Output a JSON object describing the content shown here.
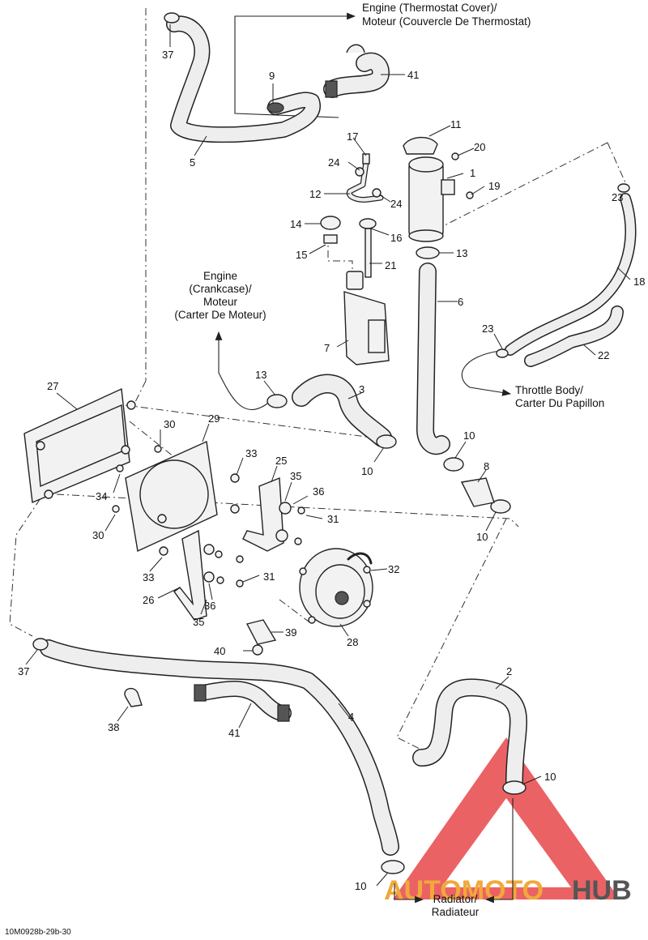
{
  "captions": {
    "thermostat": [
      "Engine (Thermostat Cover)/",
      "Moteur (Couvercle De Thermostat)"
    ],
    "crankcase": [
      "Engine",
      "(Crankcase)/",
      "Moteur",
      "(Carter De Moteur)"
    ],
    "throttle": [
      "Throttle Body/",
      "Carter Du Papillon"
    ],
    "radiator": [
      "Radiator/",
      "Radiateur"
    ]
  },
  "labels": [
    "37",
    "9",
    "41",
    "5",
    "17",
    "11",
    "20",
    "24",
    "1",
    "19",
    "12",
    "24",
    "14",
    "16",
    "15",
    "13",
    "21",
    "6",
    "7",
    "23",
    "18",
    "23",
    "22",
    "13",
    "3",
    "27",
    "30",
    "29",
    "33",
    "25",
    "35",
    "36",
    "34",
    "31",
    "30",
    "10",
    "8",
    "10",
    "10",
    "33",
    "31",
    "32",
    "26",
    "36",
    "35",
    "39",
    "28",
    "40",
    "37",
    "38",
    "41",
    "4",
    "2",
    "10",
    "10"
  ],
  "code": "10M0928b-29b-30",
  "watermark": {
    "part1": "AUTOMOTO",
    "part2": "HUB",
    "color1": "#f0a93a",
    "color2": "#555555",
    "triangle": "#e8474a"
  }
}
